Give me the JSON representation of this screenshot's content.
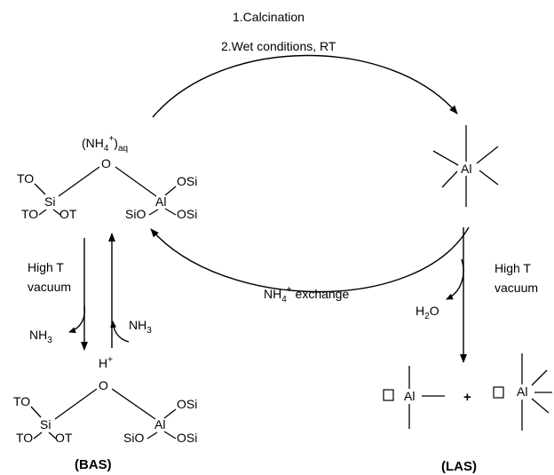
{
  "top_arc": {
    "step1": "1.Calcination",
    "step2": "2.Wet conditions, RT"
  },
  "bottom_arc": {
    "label_main": "NH",
    "label_sub": "4",
    "label_sup": "+",
    "label_rest": " exchange"
  },
  "bas_top": {
    "cation_open": "(NH",
    "cation_sub": "4",
    "cation_sup": "+",
    "cation_close": ")",
    "cation_phase": "aq",
    "bridge_o": "O",
    "si": "Si",
    "al": "Al",
    "to1": "TO",
    "to2": "TO",
    "ot": "OT",
    "sio": "SiO",
    "osi1": "OSi",
    "osi2": "OSi"
  },
  "left_arrows": {
    "condition1": "High T",
    "condition2": "vacuum",
    "nh3_out_main": "NH",
    "nh3_out_sub": "3",
    "nh3_in_main": "NH",
    "nh3_in_sub": "3"
  },
  "bas_bottom": {
    "proton": "H",
    "proton_sup": "+",
    "bridge_o": "O",
    "si": "Si",
    "al": "Al",
    "to1": "TO",
    "to2": "TO",
    "ot": "OT",
    "sio": "SiO",
    "osi1": "OSi",
    "osi2": "OSi",
    "label": "(BAS)"
  },
  "octahedral_al": {
    "al": "Al"
  },
  "right_arrow": {
    "condition1": "High T",
    "condition2": "vacuum",
    "water_main": "H",
    "water_sub": "2",
    "water_rest": "O"
  },
  "las": {
    "al_left": "Al",
    "plus": "+",
    "al_right": "Al",
    "label": "(LAS)"
  }
}
